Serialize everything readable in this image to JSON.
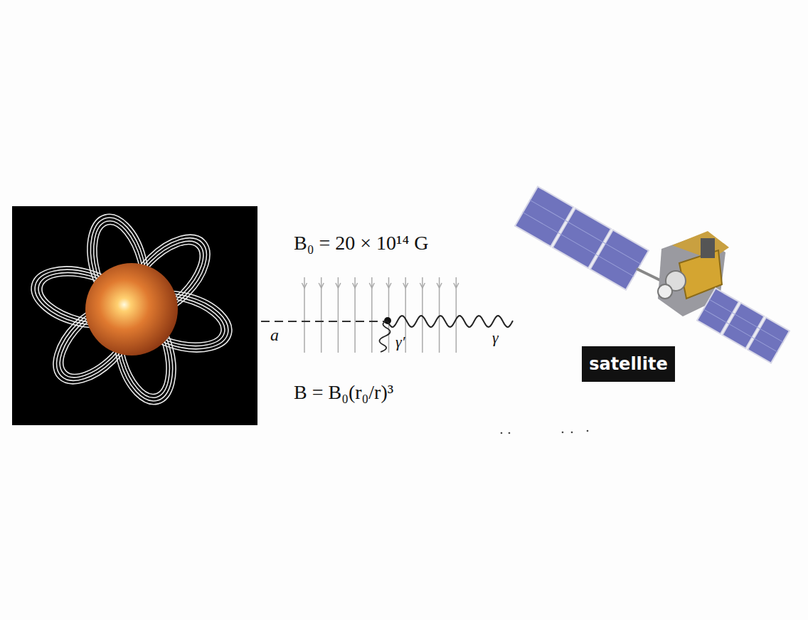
{
  "diagram": {
    "nodes": [
      {
        "text": [
          "satellite"
        ]
      }
    ],
    "labels": [
      "B₀ = 20 × 10¹⁴ G",
      "a",
      "γ′",
      "γ",
      "B = B₀(r₀/r)³"
    ]
  }
}
